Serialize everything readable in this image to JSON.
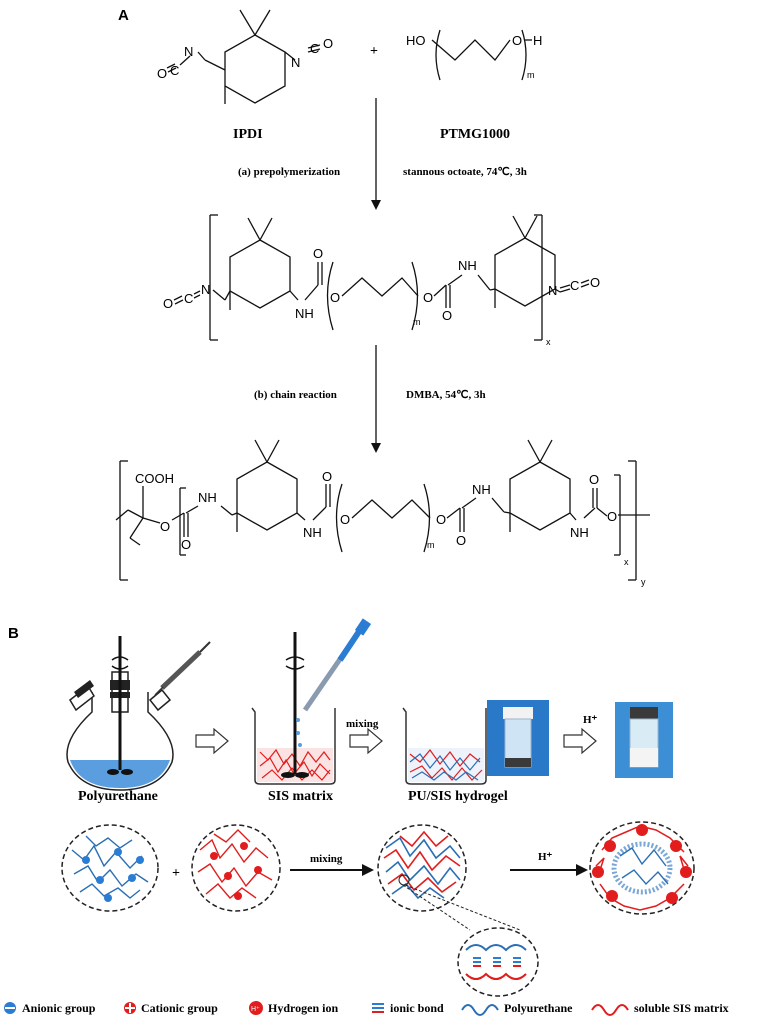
{
  "panel_a": {
    "label": "A",
    "reactant1_name": "IPDI",
    "reactant2_name": "PTMG1000",
    "plus": "+",
    "step_a_label": "(a) prepolymerization",
    "step_a_conditions": "stannous octoate, 74℃, 3h",
    "step_b_label": "(b) chain reaction",
    "step_b_conditions": "DMBA, 54℃, 3h",
    "atoms": {
      "O": "O",
      "C": "C",
      "N": "N",
      "H": "H",
      "HO": "HO",
      "NH": "NH",
      "COOH": "COOH",
      "m": "m",
      "x": "x",
      "y": "y"
    }
  },
  "panel_b": {
    "label": "B",
    "stage_labels": [
      "Polyurethane",
      "SIS matrix",
      "PU/SIS hydrogel"
    ],
    "mixing_label": "mixing",
    "acid_label": "H⁺",
    "h_ion_symbol": "H⁺"
  },
  "legend": [
    {
      "label": "Anionic group"
    },
    {
      "label": "Cationic group"
    },
    {
      "label": "Hydrogen ion"
    },
    {
      "label": "ionic bond"
    },
    {
      "label": "Polyurethane"
    },
    {
      "label": "soluble SIS matrix"
    }
  ],
  "colors": {
    "polyurethane": "#2a6fb5",
    "sis": "#e11d1d",
    "cation": "#e11d1d",
    "anion": "#2b7cd3",
    "liquid": "#5b9ee0"
  }
}
